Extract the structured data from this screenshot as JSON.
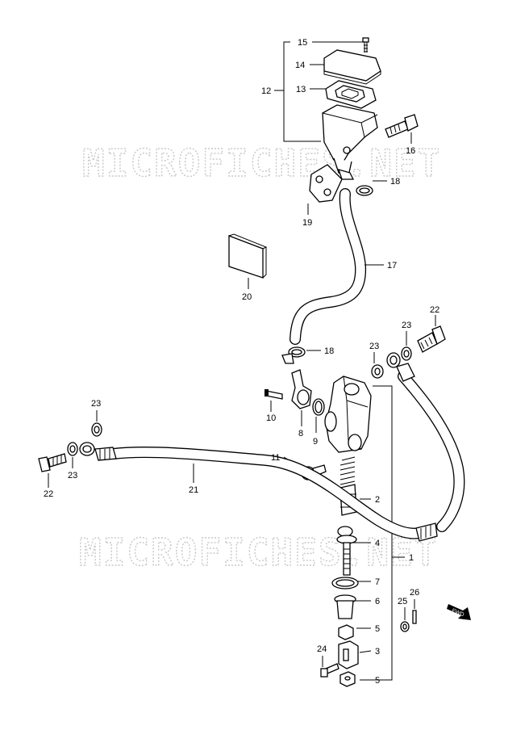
{
  "watermark": "MICROFICHES.NET",
  "labels": [
    {
      "id": "15",
      "text": "15"
    },
    {
      "id": "14",
      "text": "14"
    },
    {
      "id": "12",
      "text": "12"
    },
    {
      "id": "13",
      "text": "13"
    },
    {
      "id": "16",
      "text": "16"
    },
    {
      "id": "18a",
      "text": "18"
    },
    {
      "id": "19",
      "text": "19"
    },
    {
      "id": "17",
      "text": "17"
    },
    {
      "id": "20",
      "text": "20"
    },
    {
      "id": "22a",
      "text": "22"
    },
    {
      "id": "18b",
      "text": "18"
    },
    {
      "id": "23a",
      "text": "23"
    },
    {
      "id": "23b",
      "text": "23"
    },
    {
      "id": "10",
      "text": "10"
    },
    {
      "id": "8",
      "text": "8"
    },
    {
      "id": "9",
      "text": "9"
    },
    {
      "id": "23c",
      "text": "23"
    },
    {
      "id": "22b",
      "text": "22"
    },
    {
      "id": "23d",
      "text": "23"
    },
    {
      "id": "21",
      "text": "21"
    },
    {
      "id": "11",
      "text": "11"
    },
    {
      "id": "2",
      "text": "2"
    },
    {
      "id": "4",
      "text": "4"
    },
    {
      "id": "1",
      "text": "1"
    },
    {
      "id": "7",
      "text": "7"
    },
    {
      "id": "6",
      "text": "6"
    },
    {
      "id": "26",
      "text": "26"
    },
    {
      "id": "25",
      "text": "25"
    },
    {
      "id": "5a",
      "text": "5"
    },
    {
      "id": "24",
      "text": "24"
    },
    {
      "id": "3",
      "text": "3"
    },
    {
      "id": "5b",
      "text": "5"
    }
  ],
  "fwd": "FWD"
}
